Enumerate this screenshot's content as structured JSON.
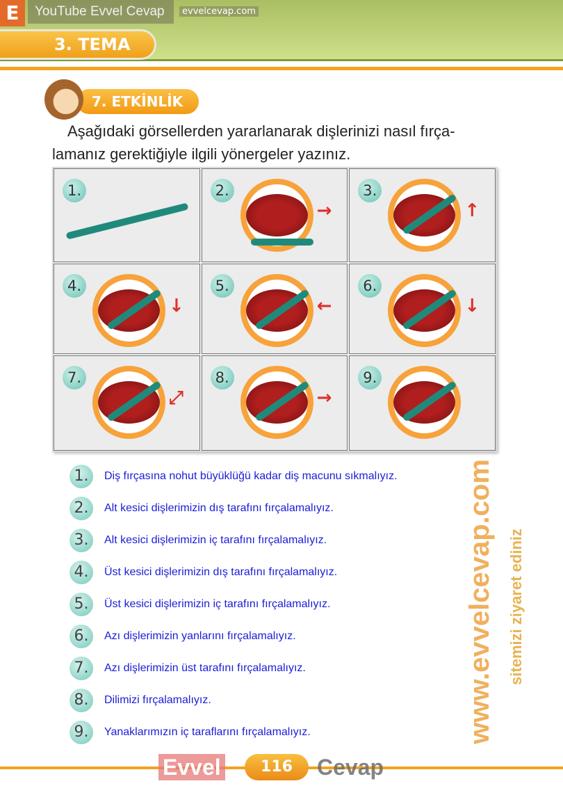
{
  "header": {
    "theme": "3. TEMA",
    "channel": "YouTube Evvel Cevap",
    "channel_letter": "E",
    "site": "evvelcevap.com"
  },
  "activity": {
    "title": "7. ETKİNLİK"
  },
  "intro": {
    "line1": "Aşağıdaki görsellerden yararlanarak dişlerinizi nasıl fırça-",
    "line2": "lamanız gerektiğiyle ilgili yönergeler yazınız."
  },
  "panels": [
    "1.",
    "2.",
    "3.",
    "4.",
    "5.",
    "6.",
    "7.",
    "8.",
    "9."
  ],
  "answers": [
    {
      "num": "1.",
      "text": "Diş fırçasına nohut büyüklüğü kadar diş macunu sıkmalıyız."
    },
    {
      "num": "2.",
      "text": "Alt kesici dişlerimizin dış tarafını fırçalamalıyız."
    },
    {
      "num": "3.",
      "text": "Alt kesici dişlerimizin iç tarafını fırçalamalıyız."
    },
    {
      "num": "4.",
      "text": "Üst kesici dişlerimizin dış tarafını fırçalamalıyız."
    },
    {
      "num": "5.",
      "text": "Üst kesici dişlerimizin iç tarafını fırçalamalıyız."
    },
    {
      "num": "6.",
      "text": "Azı dişlerimizin yanlarını fırçalamalıyız."
    },
    {
      "num": "7.",
      "text": "Azı dişlerimizin üst tarafını fırçalamalıyız."
    },
    {
      "num": "8.",
      "text": "Dilimizi fırçalamalıyız."
    },
    {
      "num": "9.",
      "text": "Yanaklarımızın iç taraflarını fırçalamalıyız."
    }
  ],
  "watermarks": {
    "main": "www.evvelcevap.com",
    "secondary": "sitemizi ziyaret ediniz",
    "footer_left": "Evvel",
    "footer_right": "Cevap"
  },
  "footer": {
    "page": "116"
  }
}
